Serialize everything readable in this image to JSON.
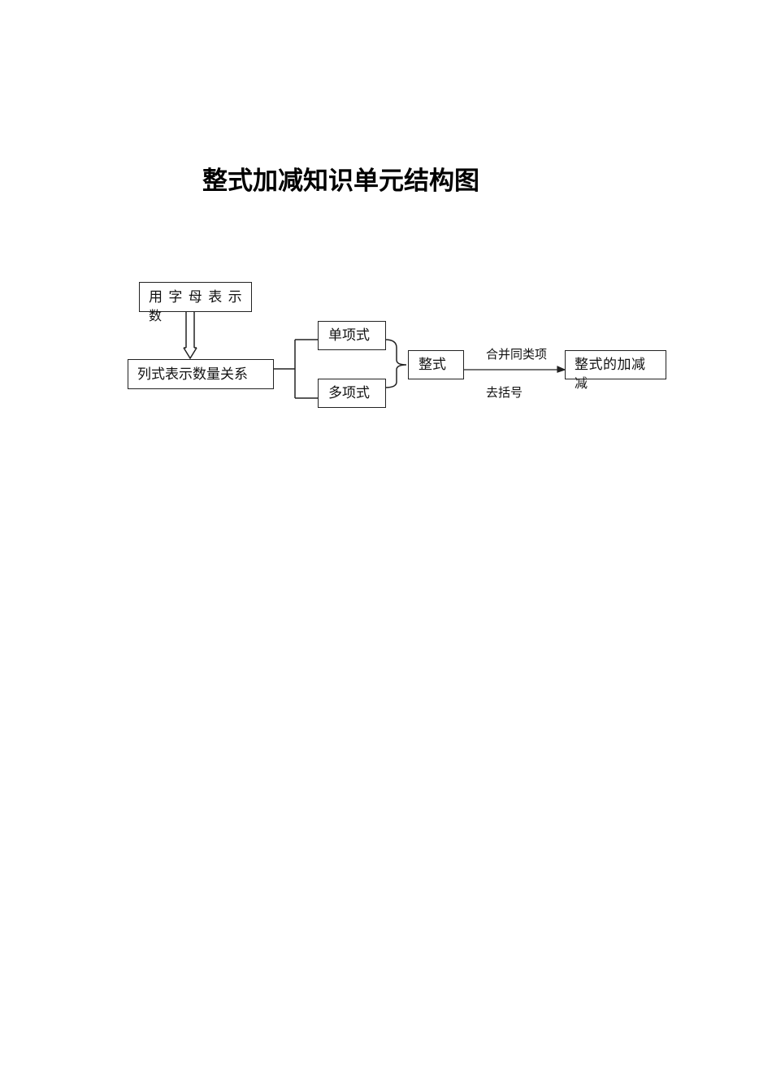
{
  "title": "整式加减知识单元结构图",
  "nodes": {
    "letters": {
      "line1": "用 字 母 表 示",
      "line2": "数"
    },
    "relation": "列式表示数量关系",
    "monomial": "单项式",
    "polynomial": "多项式",
    "integral": "整式",
    "result": {
      "line1": "整式的加减",
      "line2": "减"
    }
  },
  "edges": {
    "combine_label": "合并同类项",
    "brackets_label": "去括号"
  },
  "colors": {
    "line": "#222222",
    "text": "#111111",
    "background": "#ffffff"
  }
}
